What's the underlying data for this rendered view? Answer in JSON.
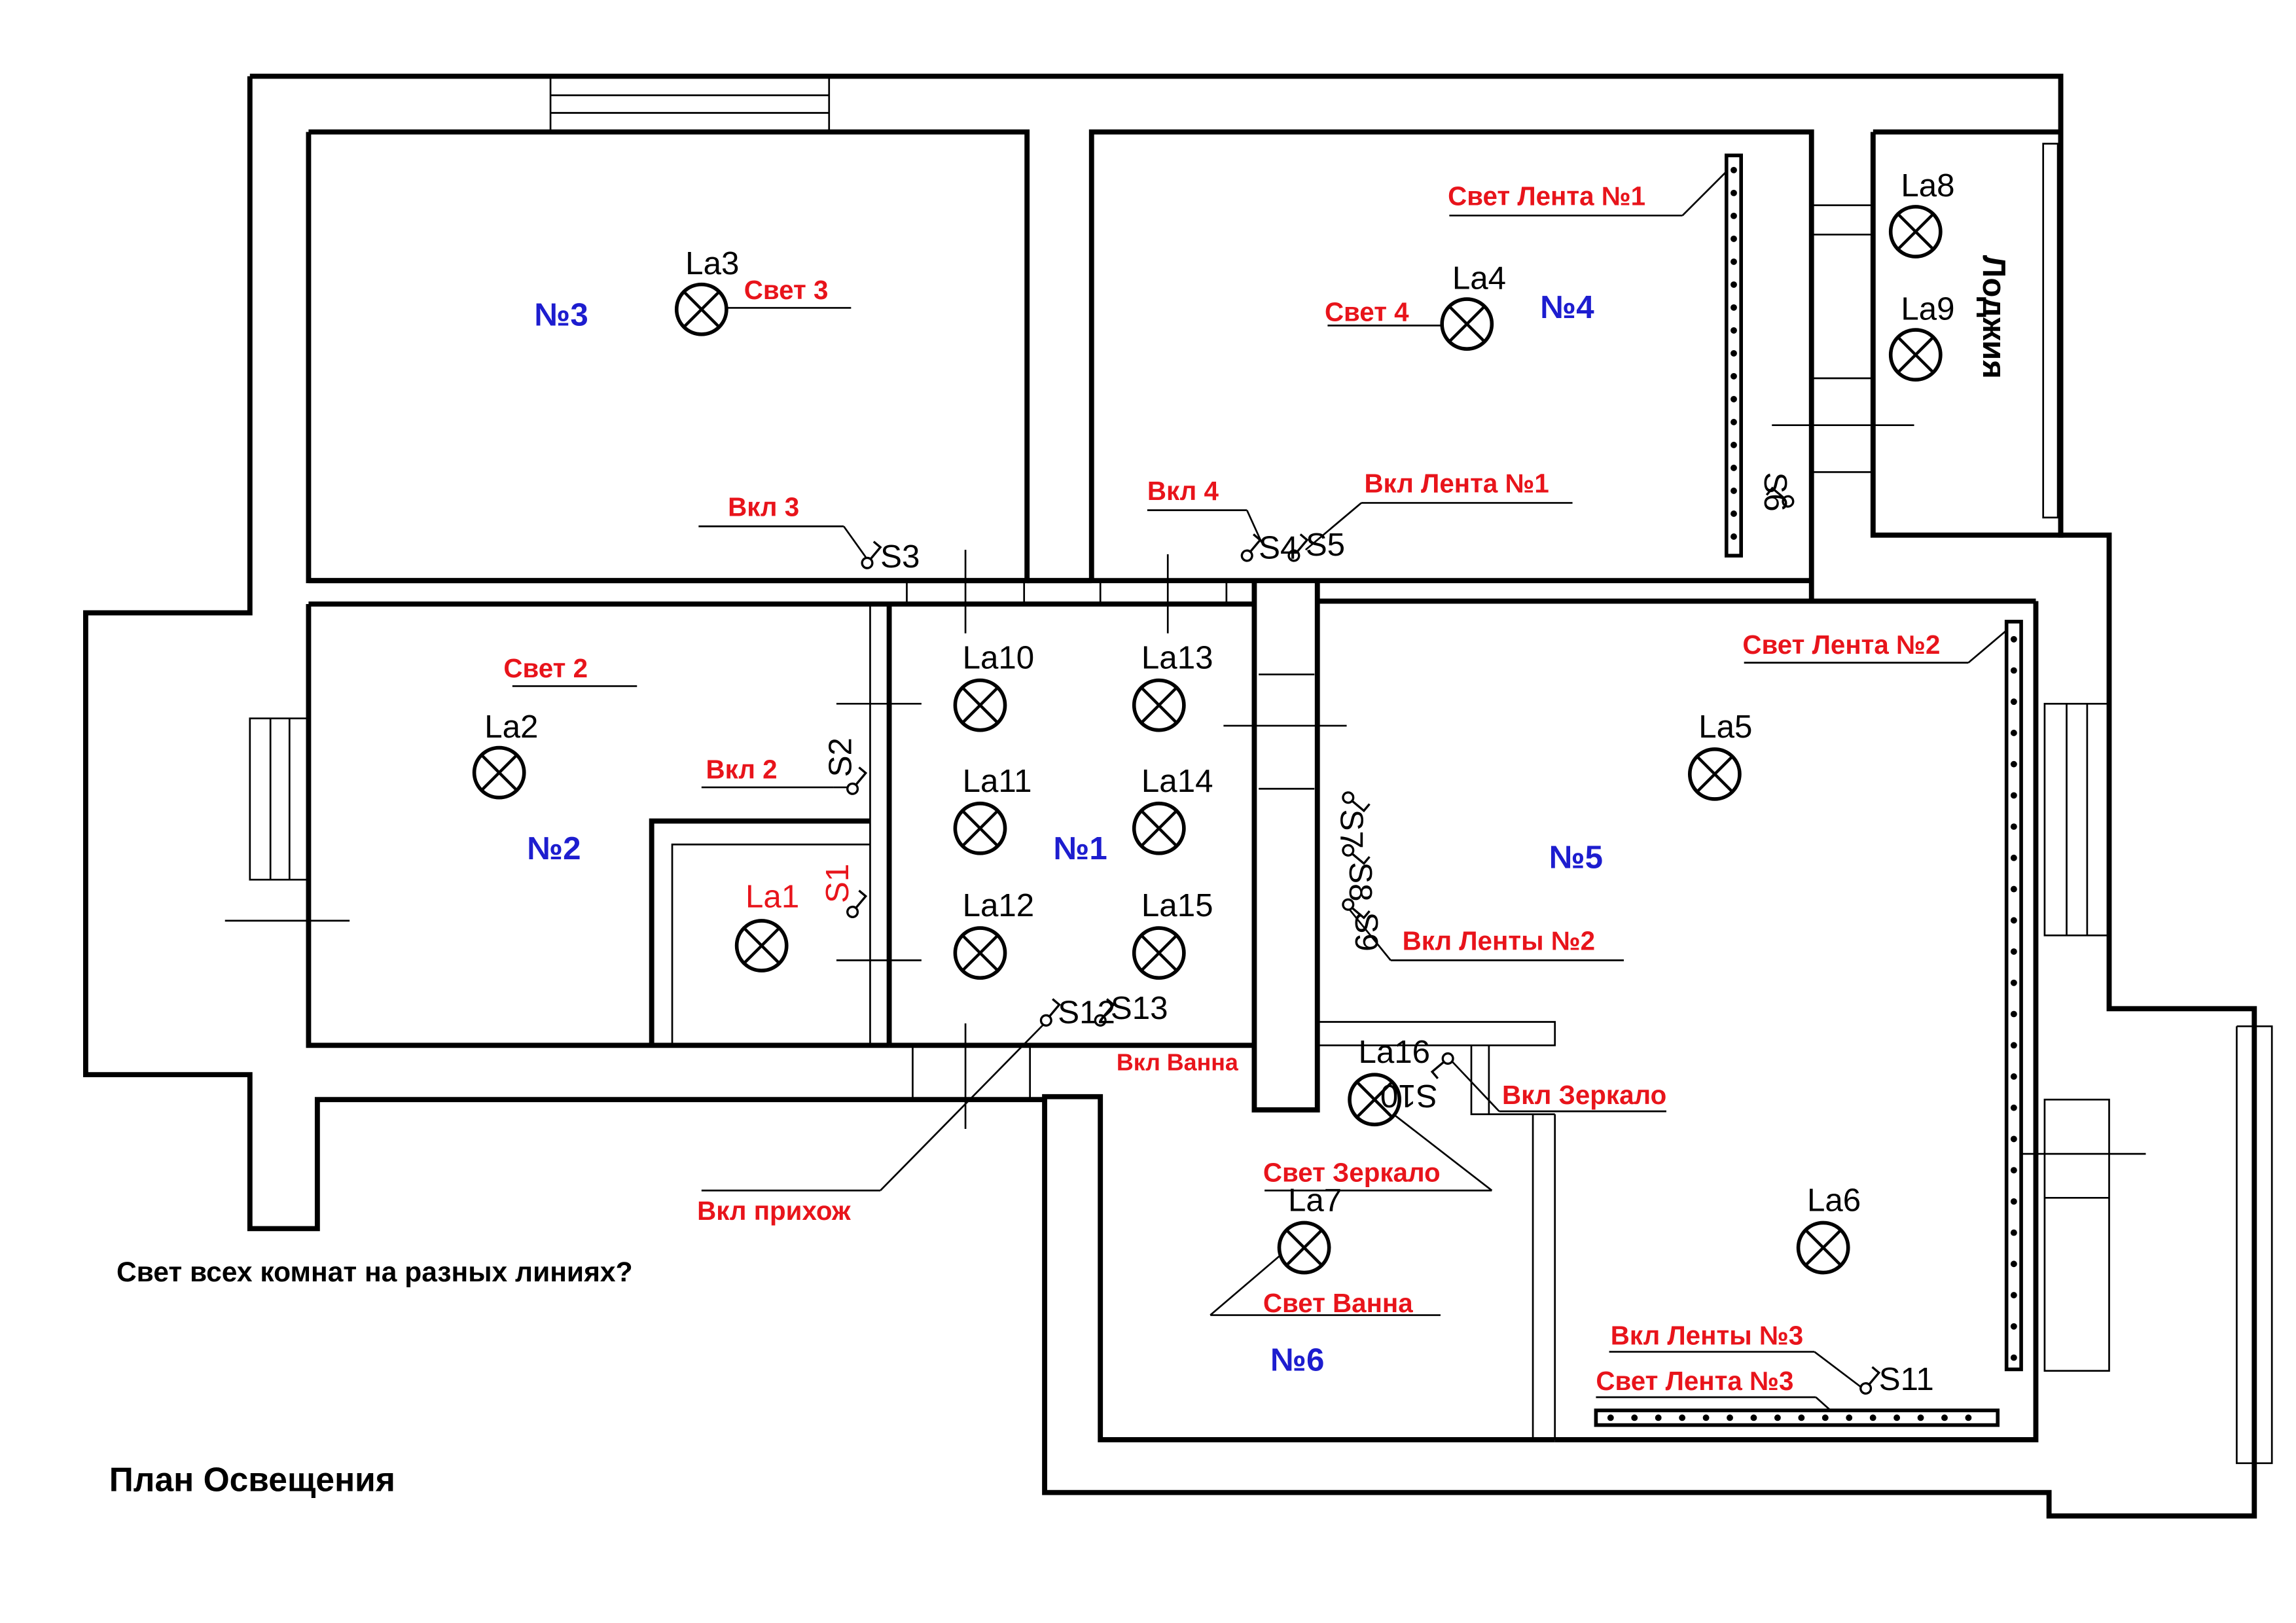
{
  "title": "План Освещения",
  "question": "Свет всех комнат на разных линиях?",
  "rooms": {
    "r1": "№1",
    "r2": "№2",
    "r3": "№3",
    "r4": "№4",
    "r5": "№5",
    "r6": "№6",
    "loggia": "Лоджия"
  },
  "lamps": {
    "la1": "La1",
    "la2": "La2",
    "la3": "La3",
    "la4": "La4",
    "la5": "La5",
    "la6": "La6",
    "la7": "La7",
    "la8": "La8",
    "la9": "La9",
    "la10": "La10",
    "la11": "La11",
    "la12": "La12",
    "la13": "La13",
    "la14": "La14",
    "la15": "La15",
    "la16": "La16"
  },
  "switches": {
    "s1": "S1",
    "s2": "S2",
    "s3": "S3",
    "s4": "S4",
    "s5": "S5",
    "s6": "S6",
    "s7": "S7",
    "s8": "S8",
    "s9": "S9",
    "s10": "S10",
    "s11": "S11",
    "s12": "S12",
    "s13": "S13"
  },
  "labels": {
    "light2": "Свет 2",
    "light3": "Свет 3",
    "light4": "Свет 4",
    "strip1": "Свет Лента №1",
    "strip2": "Свет Лента №2",
    "strip3": "Свет Лента №3",
    "mirror_light": "Свет Зеркало",
    "bath_light": "Свет Ванна",
    "sw2": "Вкл 2",
    "sw3": "Вкл 3",
    "sw4": "Вкл 4",
    "sw_strip1": "Вкл Лента №1",
    "sw_strip2": "Вкл Ленты №2",
    "sw_strip3": "Вкл Ленты №3",
    "sw_mirror": "Вкл Зеркало",
    "sw_bath": "Вкл Ванна",
    "sw_hall": "Вкл прихож"
  },
  "colors": {
    "labels": "#e8141b",
    "rooms": "#1d1dcf",
    "walls": "#000000"
  }
}
